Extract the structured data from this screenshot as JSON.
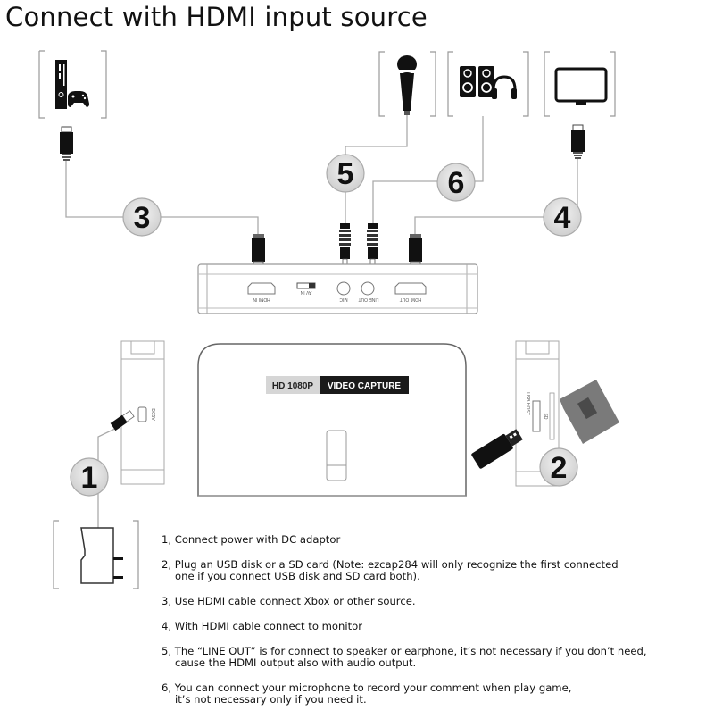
{
  "title": "Connect with HDMI input source",
  "device_top_ports": {
    "hdmi_in": "HDMI IN",
    "av_in": "AV IN",
    "mic": "MIC",
    "line_out": "LINE OUT",
    "hdmi_out": "HDMI OUT"
  },
  "device_front_label": {
    "left": "HD 1080P",
    "right": "VIDEO CAPTURE"
  },
  "left_side_port": "DC5V",
  "right_side_ports": {
    "usb": "USB HOST",
    "sd": "SD"
  },
  "callouts": [
    "1",
    "2",
    "3",
    "4",
    "5",
    "6"
  ],
  "sources": [
    {
      "name": "game-console",
      "icon": "xbox-controller-icon"
    },
    {
      "name": "microphone",
      "icon": "microphone-icon"
    },
    {
      "name": "speakers-headphones",
      "icon": "speaker-headphone-icon"
    },
    {
      "name": "monitor",
      "icon": "monitor-icon"
    },
    {
      "name": "power-adapter",
      "icon": "power-adapter-icon"
    }
  ],
  "instructions": [
    {
      "line1": "1, Connect power with DC adaptor",
      "line2": ""
    },
    {
      "line1": "2, Plug an USB disk or a SD card (Note: ezcap284 will only recognize the first connected",
      "line2": "one if you connect USB disk and SD card both)."
    },
    {
      "line1": "3, Use HDMI cable connect Xbox or other source.",
      "line2": ""
    },
    {
      "line1": "4, With HDMI cable connect to monitor",
      "line2": ""
    },
    {
      "line1": "5, The “LINE OUT” is for connect to speaker or earphone, it’s not necessary if you don’t need,",
      "line2": "cause the HDMI output also with audio output."
    },
    {
      "line1": "6, You can connect your microphone to record your comment when play game,",
      "line2": "it’s not necessary only if you need it."
    }
  ]
}
